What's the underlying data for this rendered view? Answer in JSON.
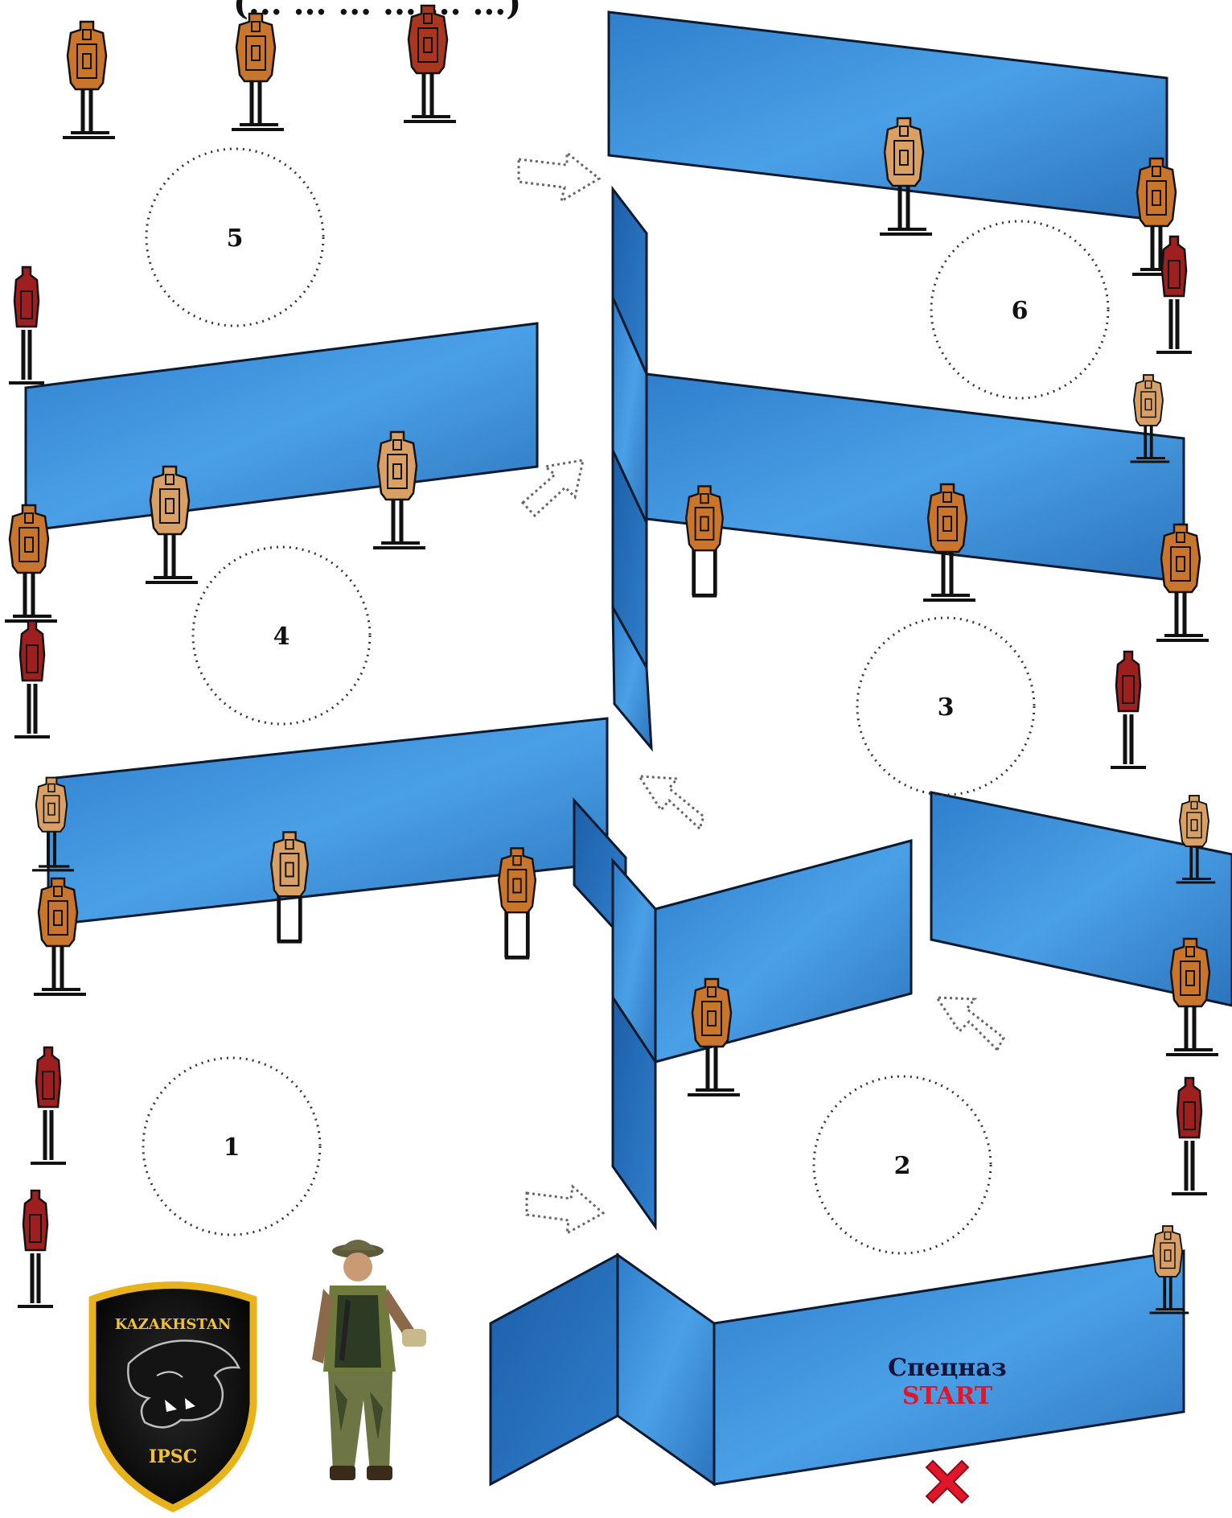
{
  "header": {
    "cropped_title": "(... ... ... ... ... ...)"
  },
  "zones": [
    "1",
    "2",
    "3",
    "4",
    "5",
    "6"
  ],
  "start": {
    "title": "Спецназ",
    "label": "START",
    "marker_icon": "cross-icon"
  },
  "badge": {
    "top_text": "KAZAKHSTAN",
    "bottom_text": "IPSC"
  },
  "colors": {
    "wall_fill": "#3d8fd6",
    "wall_stroke": "#0b1a2e",
    "target_tan": "#d9a066",
    "target_orange": "#c9752b",
    "target_red": "#9e1f1f",
    "start_red": "#e0162b",
    "badge_gold": "#e8b21a"
  },
  "icons": [
    "arrow-icon",
    "target-icon",
    "no-shoot-icon",
    "cross-icon",
    "shield-icon",
    "soldier-icon"
  ]
}
